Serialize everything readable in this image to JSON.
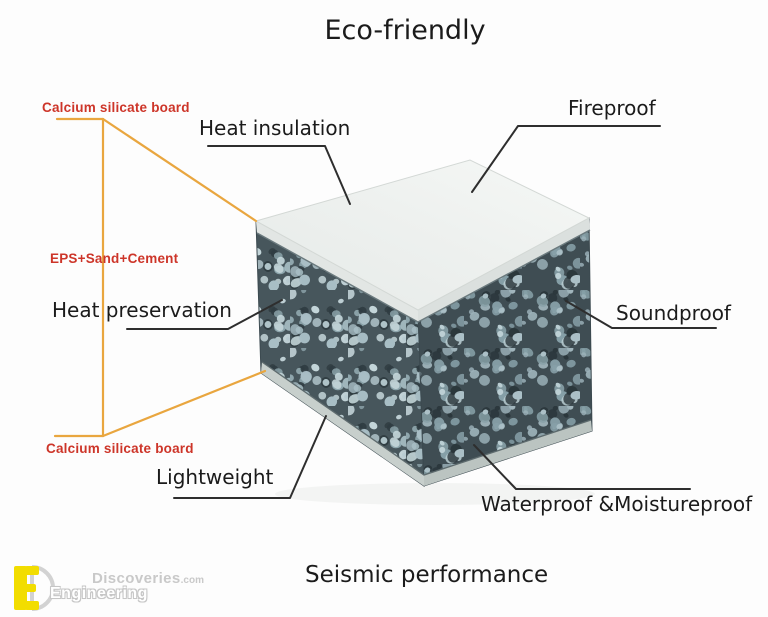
{
  "title": "Eco-friendly",
  "callouts": {
    "heat_insulation": "Heat insulation",
    "fireproof": "Fireproof",
    "heat_preservation": "Heat preservation",
    "soundproof": "Soundproof",
    "lightweight": "Lightweight",
    "waterproof": "Waterproof &Moistureproof",
    "seismic": "Seismic performance"
  },
  "material_labels": {
    "top_board": "Calcium silicate board",
    "core": "EPS+Sand+Cement",
    "bottom_board": "Calcium silicate board"
  },
  "logo": {
    "brand": "Discoveries",
    "brand_suffix": ".com",
    "name": "Engineering"
  },
  "colors": {
    "material_label_red": "#cd3529",
    "connector_orange": "#e9a63f",
    "callout_line_black": "#2e2e2e",
    "cube_top_face": "#edf0ee",
    "core_background": "#47565c",
    "core_speckle": "#b7cbd1",
    "logo_yellow": "#f2dd00"
  }
}
